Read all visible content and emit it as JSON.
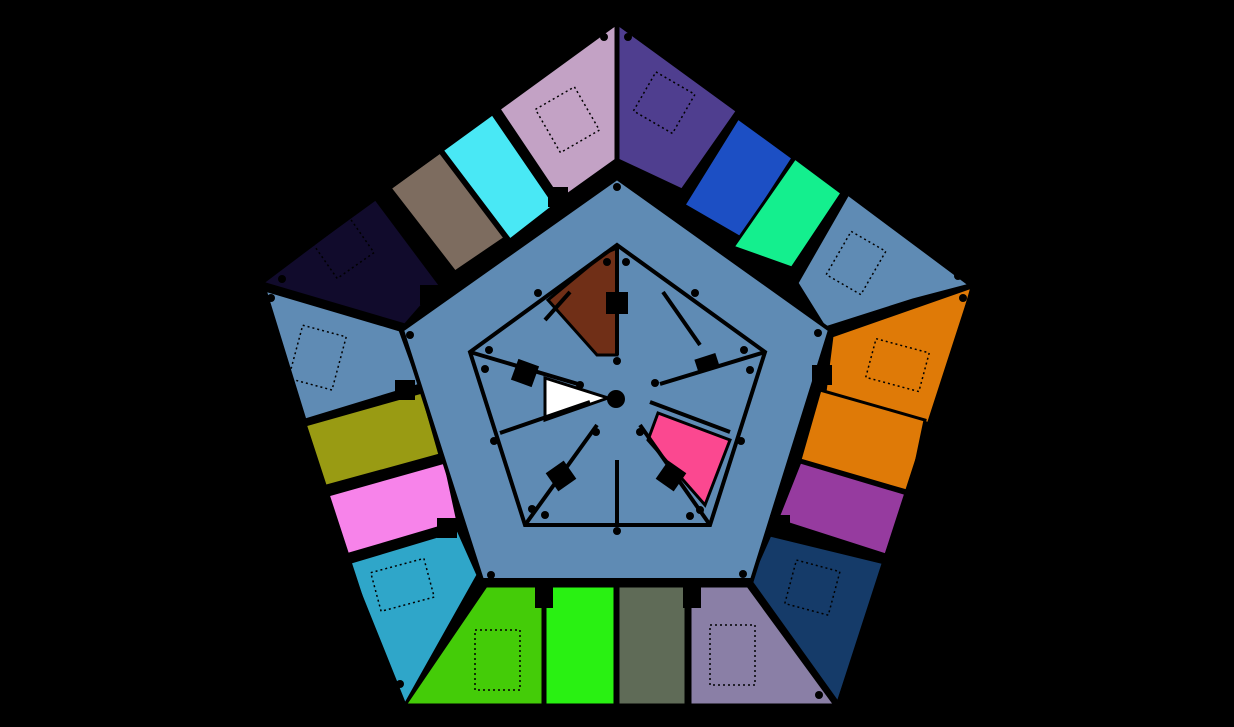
{
  "title": "",
  "background_color": "#000000",
  "wall_color": "#000000",
  "corridor_color": "#5f8bb4",
  "rooms": [
    {
      "id": "outer-n-left",
      "zone": "outer-ring",
      "color": "#c3a2c5"
    },
    {
      "id": "outer-n-right",
      "zone": "outer-ring",
      "color": "#4f3e8f"
    },
    {
      "id": "outer-ne-1",
      "zone": "outer-ring",
      "color": "#1c4fc4"
    },
    {
      "id": "outer-ne-2",
      "zone": "outer-ring",
      "color": "#14ef8e"
    },
    {
      "id": "outer-ne-3",
      "zone": "outer-ring",
      "color": "#5f8bb4"
    },
    {
      "id": "outer-e-1",
      "zone": "outer-ring",
      "color": "#df7a07"
    },
    {
      "id": "outer-e-2",
      "zone": "outer-ring",
      "color": "#df7a07"
    },
    {
      "id": "outer-e-3",
      "zone": "outer-ring",
      "color": "#963b9f"
    },
    {
      "id": "outer-se-1",
      "zone": "outer-ring",
      "color": "#153b69"
    },
    {
      "id": "outer-s-1",
      "zone": "outer-ring",
      "color": "#8a7fa6"
    },
    {
      "id": "outer-s-2",
      "zone": "outer-ring",
      "color": "#5f6b57"
    },
    {
      "id": "outer-s-3",
      "zone": "outer-ring",
      "color": "#29f112"
    },
    {
      "id": "outer-s-4",
      "zone": "outer-ring",
      "color": "#44cc08"
    },
    {
      "id": "outer-w-1",
      "zone": "outer-ring",
      "color": "#2fa6c9"
    },
    {
      "id": "outer-w-2",
      "zone": "outer-ring",
      "color": "#f783ea"
    },
    {
      "id": "outer-w-3",
      "zone": "outer-ring",
      "color": "#999b13"
    },
    {
      "id": "outer-w-4",
      "zone": "outer-ring",
      "color": "#5f8bb4"
    },
    {
      "id": "outer-nw-1",
      "zone": "outer-ring",
      "color": "#110b2c"
    },
    {
      "id": "outer-nw-2",
      "zone": "outer-ring",
      "color": "#7d6c5f"
    },
    {
      "id": "outer-nw-3",
      "zone": "outer-ring",
      "color": "#49e8f5"
    },
    {
      "id": "inner-1",
      "zone": "inner-ring",
      "color": "#702f17"
    },
    {
      "id": "inner-2",
      "zone": "inner-ring",
      "color": "#5f8bb4"
    },
    {
      "id": "inner-3",
      "zone": "inner-ring",
      "color": "#5f8bb4"
    },
    {
      "id": "inner-4",
      "zone": "inner-ring",
      "color": "#fb4890"
    },
    {
      "id": "inner-5",
      "zone": "inner-ring",
      "color": "#5f8bb4"
    },
    {
      "id": "inner-6",
      "zone": "inner-ring",
      "color": "#5f8bb4"
    },
    {
      "id": "inner-7",
      "zone": "inner-ring",
      "color": "#5f8bb4"
    },
    {
      "id": "inner-8",
      "zone": "inner-ring",
      "color": "#5f8bb4"
    },
    {
      "id": "inner-9",
      "zone": "inner-ring",
      "color": "#ffffff"
    },
    {
      "id": "inner-10",
      "zone": "inner-ring",
      "color": "#5f8bb4"
    }
  ],
  "legend": []
}
